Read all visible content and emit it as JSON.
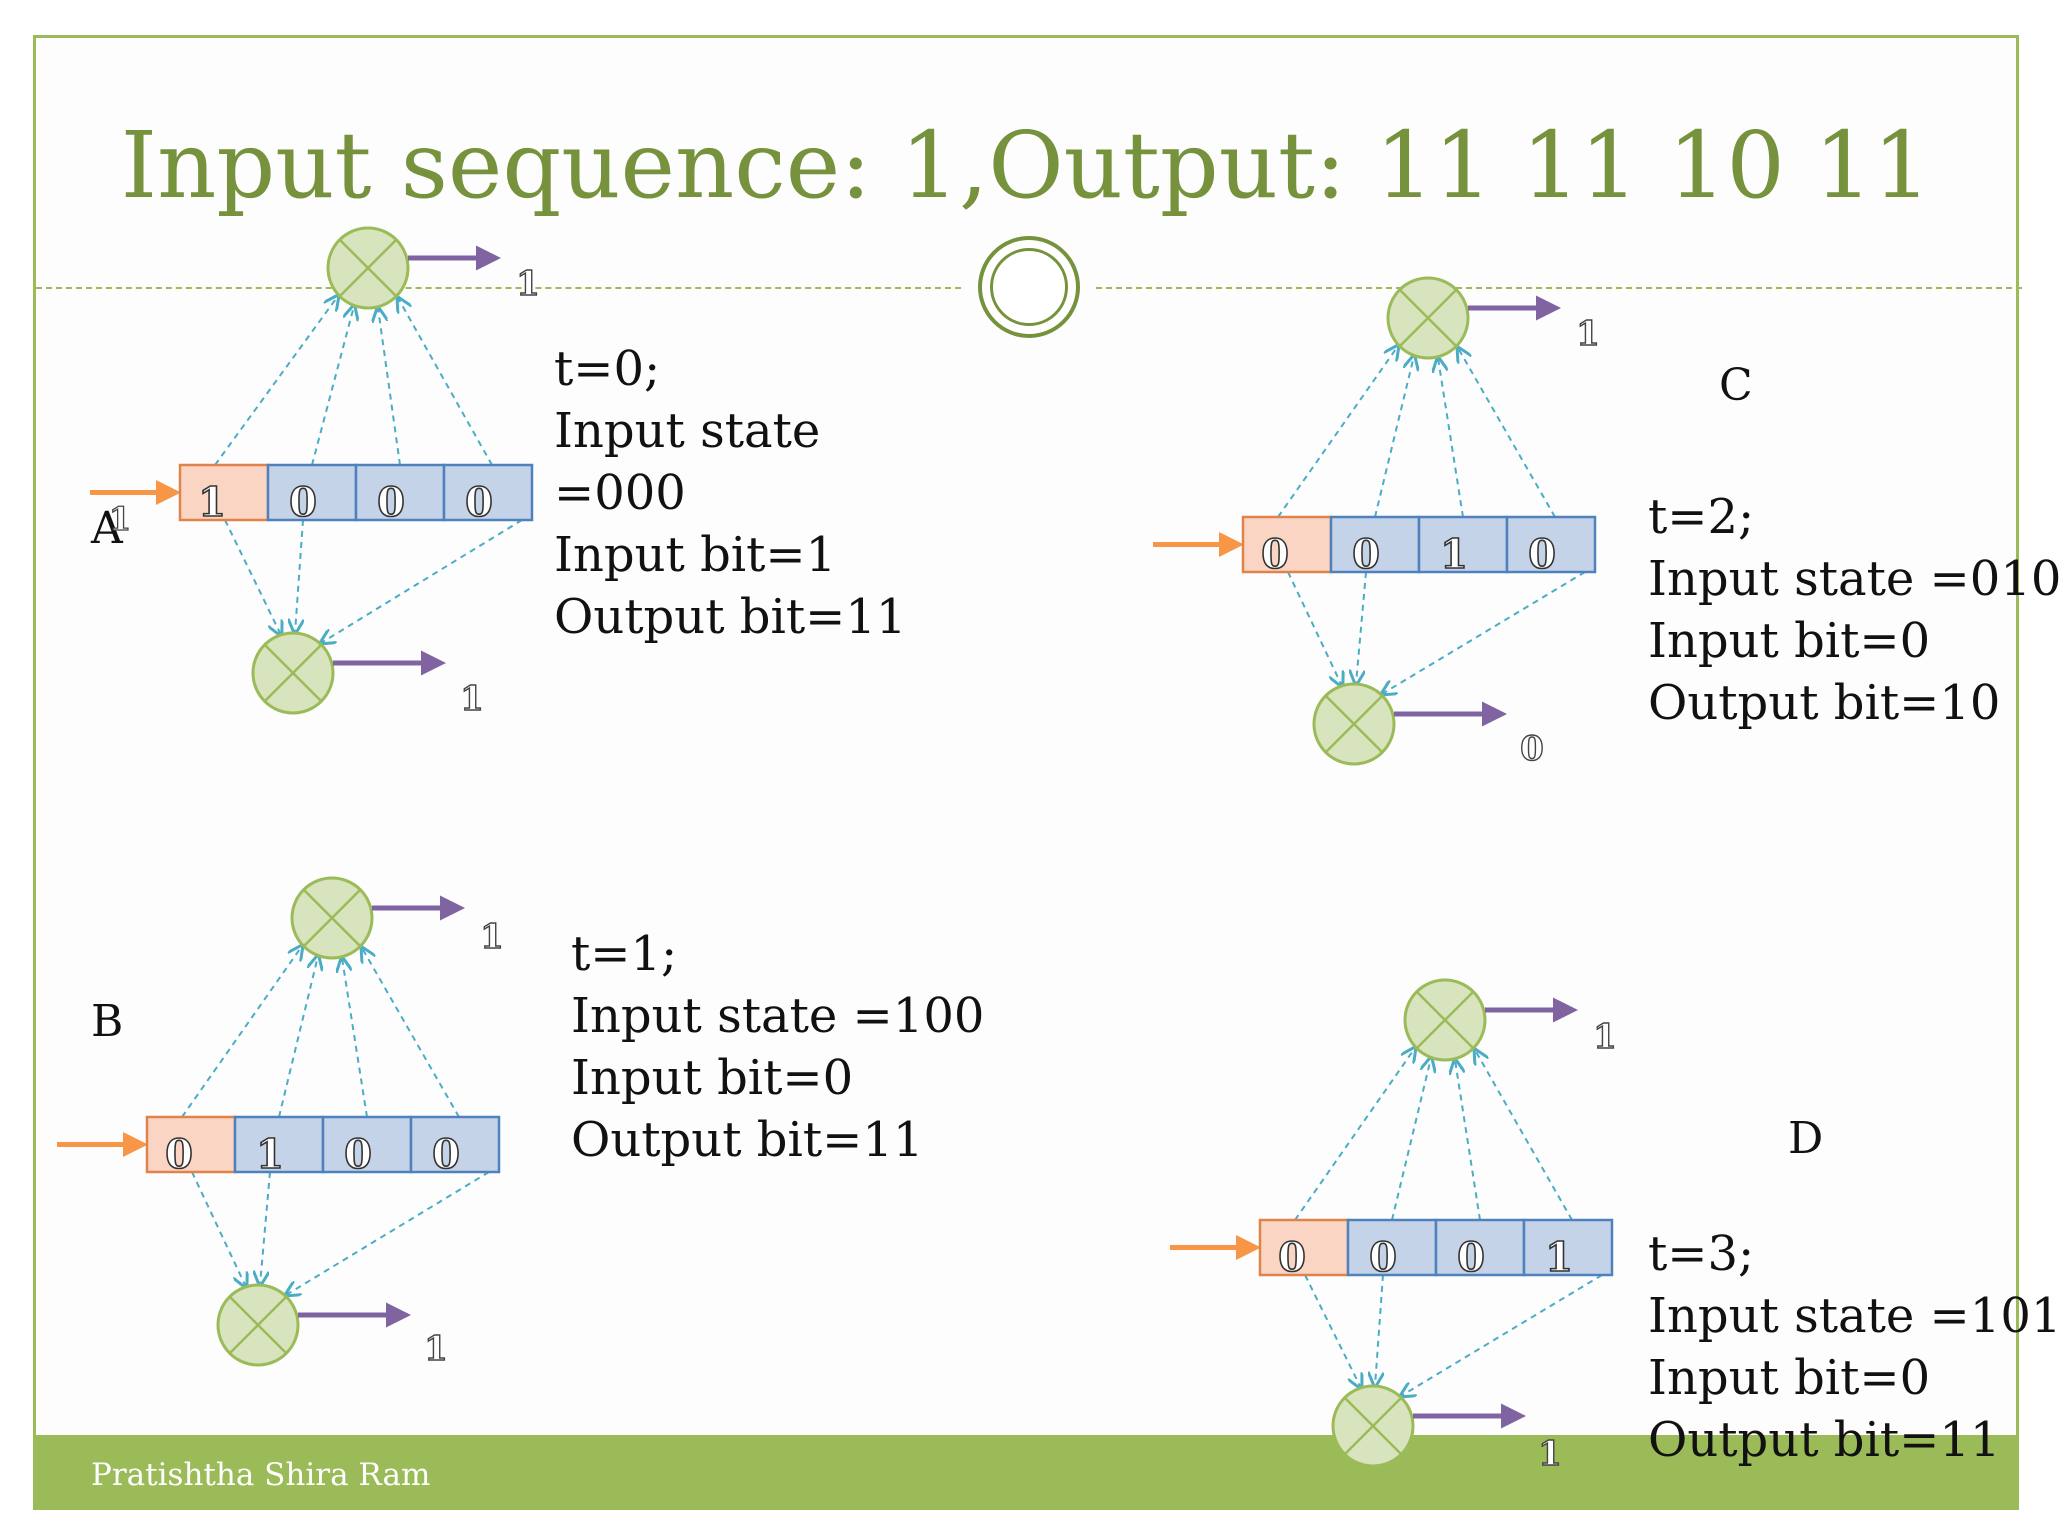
{
  "slide": {
    "title": "Input sequence: 1,Output: 11 11 10 11",
    "footer": "Pratishtha Shira Ram"
  },
  "colors": {
    "accent_green": "#9bbb59",
    "title_green": "#76923c",
    "input_cell": "#fbd5c4",
    "input_cell_border": "#e0834a",
    "shift_cell": "#c5d3e8",
    "shift_cell_border": "#4f81bd",
    "xor_fill": "#d7e4bd",
    "xor_border": "#9bbb59",
    "output_arrow": "#8064a2",
    "input_arrow": "#f79646",
    "dashed_link": "#4bacc6"
  },
  "icons": [
    "xor-adder-icon",
    "output-arrow-icon",
    "input-arrow-icon"
  ],
  "panels": [
    {
      "id": "A",
      "label": "A",
      "label_marker": "1",
      "register": [
        "1",
        "0",
        "0",
        "0"
      ],
      "top_adder_output": "1",
      "bottom_adder_output": "1",
      "info": [
        "t=0;",
        "Input state",
        "=000",
        "Input bit=1",
        "Output bit=11"
      ]
    },
    {
      "id": "B",
      "label": "B",
      "register": [
        "0",
        "1",
        "0",
        "0"
      ],
      "top_adder_output": "1",
      "bottom_adder_output": "1",
      "info": [
        "t=1;",
        "Input state =100",
        "Input bit=0",
        "Output bit=11"
      ]
    },
    {
      "id": "C",
      "label": "C",
      "register": [
        "0",
        "0",
        "1",
        "0"
      ],
      "top_adder_output": "1",
      "bottom_adder_output": "0",
      "info": [
        "t=2;",
        "Input state =010",
        "Input bit=0",
        "Output bit=10"
      ]
    },
    {
      "id": "D",
      "label": "D",
      "register": [
        "0",
        "0",
        "0",
        "1"
      ],
      "top_adder_output": "1",
      "bottom_adder_output": "1",
      "info": [
        "t=3;",
        "Input state =101",
        "Input bit=0",
        "Output bit=11"
      ]
    }
  ]
}
